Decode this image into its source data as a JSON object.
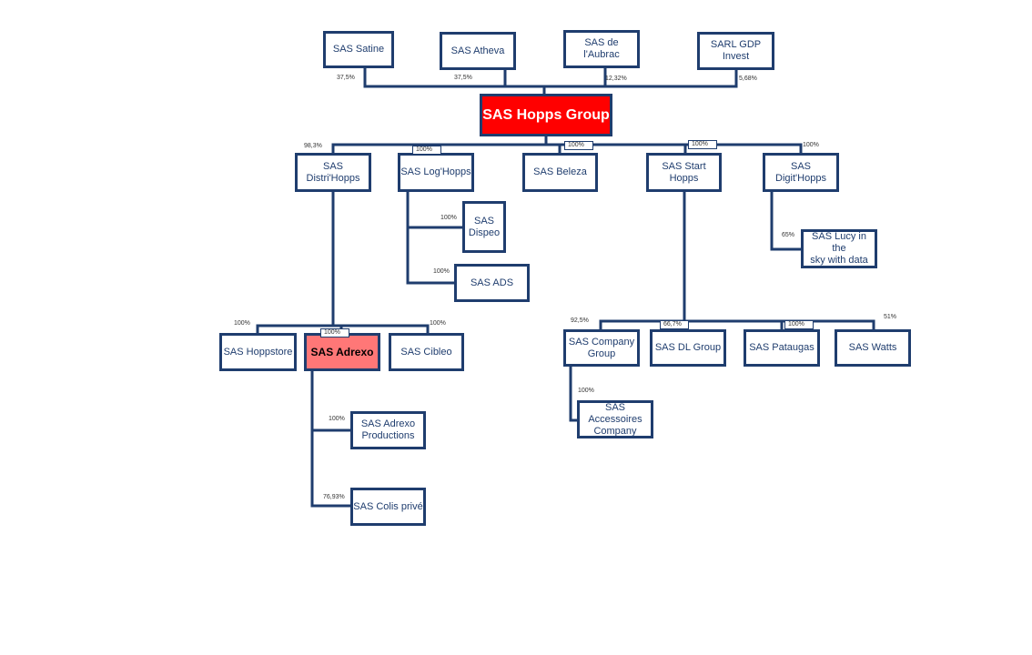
{
  "colors": {
    "line": "#1f3d6e",
    "root_fill": "#ff0000",
    "focus_fill": "#ff7777"
  },
  "nodes": [
    {
      "id": "satine",
      "label": "SAS Satine"
    },
    {
      "id": "atheva",
      "label": "SAS Atheva"
    },
    {
      "id": "aubrac",
      "label": "SAS de l'Aubrac"
    },
    {
      "id": "gdp",
      "label": "SARL GDP Invest"
    },
    {
      "id": "hopps",
      "label": "SAS Hopps Group",
      "style": "root"
    },
    {
      "id": "distri",
      "label": "SAS Distri'Hopps"
    },
    {
      "id": "log",
      "label": "SAS Log'Hopps"
    },
    {
      "id": "beleza",
      "label": "SAS Beleza"
    },
    {
      "id": "start",
      "label": "SAS Start Hopps"
    },
    {
      "id": "digit",
      "label": "SAS Digit'Hopps"
    },
    {
      "id": "dispeo",
      "label": "SAS\nDispeo"
    },
    {
      "id": "ads",
      "label": "SAS ADS"
    },
    {
      "id": "lucy",
      "label": "SAS Lucy in the\nsky with data"
    },
    {
      "id": "hoppstore",
      "label": "SAS Hoppstore"
    },
    {
      "id": "adrexo",
      "label": "SAS Adrexo",
      "style": "focus"
    },
    {
      "id": "cibleo",
      "label": "SAS Cibleo"
    },
    {
      "id": "adrexoprod",
      "label": "SAS Adrexo\nProductions"
    },
    {
      "id": "colis",
      "label": "SAS Colis privé"
    },
    {
      "id": "company",
      "label": "SAS Company\nGroup"
    },
    {
      "id": "dl",
      "label": "SAS DL Group"
    },
    {
      "id": "pataugas",
      "label": "SAS Pataugas"
    },
    {
      "id": "watts",
      "label": "SAS Watts"
    },
    {
      "id": "accessoires",
      "label": "SAS Accessoires\nCompany"
    }
  ],
  "percentages": [
    {
      "id": "p_satine",
      "value": "37,5%"
    },
    {
      "id": "p_atheva",
      "value": "37,5%"
    },
    {
      "id": "p_aubrac",
      "value": "12,32%"
    },
    {
      "id": "p_gdp",
      "value": "5,68%"
    },
    {
      "id": "p_distri",
      "value": "98,3%"
    },
    {
      "id": "p_log",
      "value": "100%",
      "boxed": true
    },
    {
      "id": "p_beleza",
      "value": "100%",
      "boxed": true
    },
    {
      "id": "p_start",
      "value": "100%",
      "boxed": true
    },
    {
      "id": "p_digit",
      "value": "100%"
    },
    {
      "id": "p_dispeo",
      "value": "100%"
    },
    {
      "id": "p_ads",
      "value": "100%"
    },
    {
      "id": "p_lucy",
      "value": "65%"
    },
    {
      "id": "p_hoppstore",
      "value": "100%"
    },
    {
      "id": "p_adrexo",
      "value": "100%",
      "boxed": true
    },
    {
      "id": "p_cibleo",
      "value": "100%"
    },
    {
      "id": "p_adrexoprod",
      "value": "100%"
    },
    {
      "id": "p_colis",
      "value": "76,93%"
    },
    {
      "id": "p_company",
      "value": "92,5%"
    },
    {
      "id": "p_dl",
      "value": "66,7%",
      "boxed": true
    },
    {
      "id": "p_pataugas",
      "value": "100%",
      "boxed": true
    },
    {
      "id": "p_watts",
      "value": "51%"
    },
    {
      "id": "p_accessoires",
      "value": "100%"
    }
  ]
}
